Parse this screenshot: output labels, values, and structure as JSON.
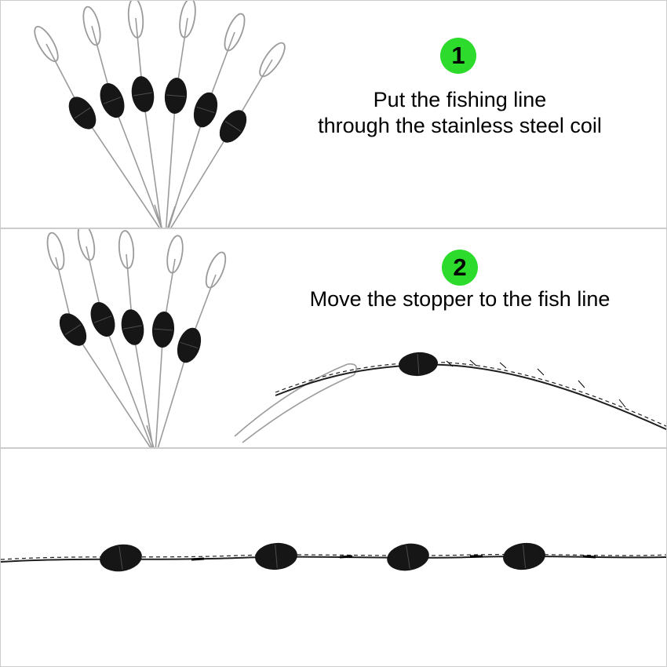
{
  "steps": [
    {
      "number": "1",
      "caption_line1": "Put the fishing line",
      "caption_line2": "through the stainless steel coil"
    },
    {
      "number": "2",
      "caption_line1": "Move the stopper to the fish line",
      "caption_line2": ""
    }
  ],
  "colors": {
    "badge_green": "#2cdb2c",
    "stopper_black": "#161616",
    "wire_gray": "#9b9b9b",
    "line_black": "#1f1f1f",
    "panel_border": "#cccccc",
    "background": "#ffffff",
    "text_black": "#000000"
  }
}
